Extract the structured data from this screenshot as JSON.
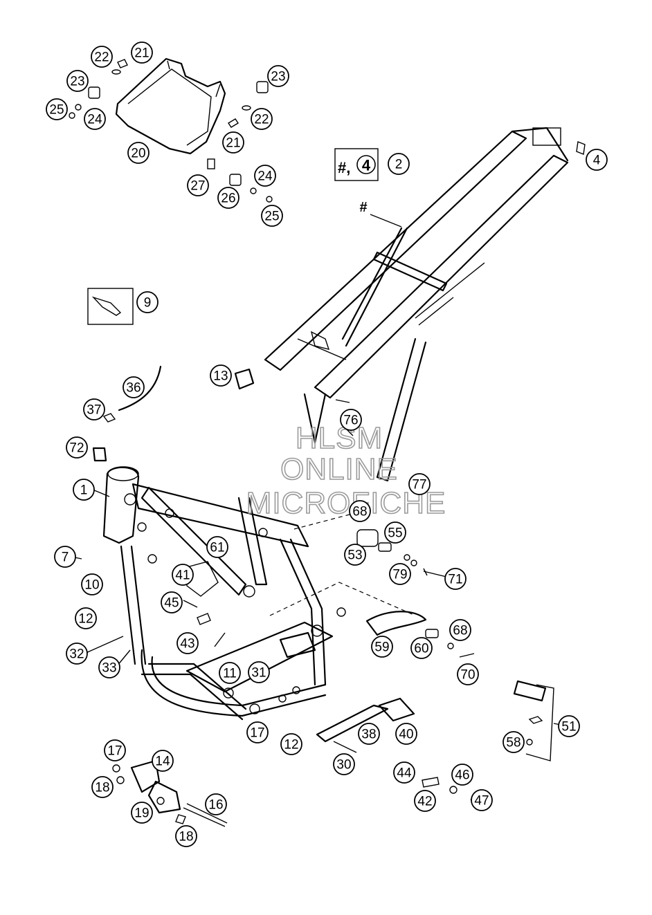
{
  "watermark": [
    "HLSM",
    "ONLINE",
    "MICROFICHE"
  ],
  "kit_box": {
    "hash": "#,",
    "circled": "4",
    "ref": "2"
  },
  "subframe_marker": "#",
  "callouts": [
    {
      "id": "c21a",
      "label": "21"
    },
    {
      "id": "c22a",
      "label": "22"
    },
    {
      "id": "c23a",
      "label": "23"
    },
    {
      "id": "c25a",
      "label": "25"
    },
    {
      "id": "c24a",
      "label": "24"
    },
    {
      "id": "c20",
      "label": "20"
    },
    {
      "id": "c23b",
      "label": "23"
    },
    {
      "id": "c22b",
      "label": "22"
    },
    {
      "id": "c21b",
      "label": "21"
    },
    {
      "id": "c27",
      "label": "27"
    },
    {
      "id": "c26",
      "label": "26"
    },
    {
      "id": "c24b",
      "label": "24"
    },
    {
      "id": "c25b",
      "label": "25"
    },
    {
      "id": "c4",
      "label": "4"
    },
    {
      "id": "c9",
      "label": "9"
    },
    {
      "id": "c13",
      "label": "13"
    },
    {
      "id": "c36",
      "label": "36"
    },
    {
      "id": "c37",
      "label": "37"
    },
    {
      "id": "c76",
      "label": "76"
    },
    {
      "id": "c72",
      "label": "72"
    },
    {
      "id": "c1",
      "label": "1"
    },
    {
      "id": "c77",
      "label": "77"
    },
    {
      "id": "c68a",
      "label": "68"
    },
    {
      "id": "c55",
      "label": "55"
    },
    {
      "id": "c53",
      "label": "53"
    },
    {
      "id": "c61",
      "label": "61"
    },
    {
      "id": "c7",
      "label": "7"
    },
    {
      "id": "c10",
      "label": "10"
    },
    {
      "id": "c79",
      "label": "79"
    },
    {
      "id": "c71",
      "label": "71"
    },
    {
      "id": "c41",
      "label": "41"
    },
    {
      "id": "c45",
      "label": "45"
    },
    {
      "id": "c12a",
      "label": "12"
    },
    {
      "id": "c43",
      "label": "43"
    },
    {
      "id": "c59",
      "label": "59"
    },
    {
      "id": "c60",
      "label": "60"
    },
    {
      "id": "c68b",
      "label": "68"
    },
    {
      "id": "c32",
      "label": "32"
    },
    {
      "id": "c33",
      "label": "33"
    },
    {
      "id": "c11",
      "label": "11"
    },
    {
      "id": "c31",
      "label": "31"
    },
    {
      "id": "c70",
      "label": "70"
    },
    {
      "id": "c51",
      "label": "51"
    },
    {
      "id": "c17a",
      "label": "17"
    },
    {
      "id": "c12b",
      "label": "12"
    },
    {
      "id": "c38",
      "label": "38"
    },
    {
      "id": "c40",
      "label": "40"
    },
    {
      "id": "c58",
      "label": "58"
    },
    {
      "id": "c30",
      "label": "30"
    },
    {
      "id": "c17b",
      "label": "17"
    },
    {
      "id": "c14",
      "label": "14"
    },
    {
      "id": "c18a",
      "label": "18"
    },
    {
      "id": "c44",
      "label": "44"
    },
    {
      "id": "c46",
      "label": "46"
    },
    {
      "id": "c19",
      "label": "19"
    },
    {
      "id": "c42",
      "label": "42"
    },
    {
      "id": "c47",
      "label": "47"
    },
    {
      "id": "c16",
      "label": "16"
    },
    {
      "id": "c18b",
      "label": "18"
    }
  ]
}
